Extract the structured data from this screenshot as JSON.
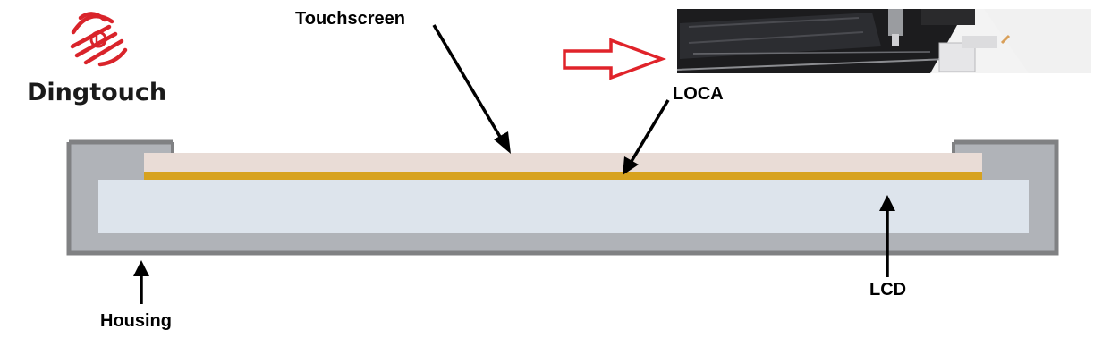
{
  "brand": {
    "name": "Dingtouch",
    "logo_color": "#d9242b"
  },
  "labels": {
    "touchscreen": "Touchscreen",
    "loca": "LOCA",
    "lcd": "LCD",
    "housing": "Housing"
  },
  "colors": {
    "housing": "#808183",
    "housing_fill": "#b0b3b8",
    "touchscreen": "#e9dcd6",
    "loca": "#d7a21f",
    "lcd": "#dde4ec",
    "arrow_outline": "#e0232a"
  },
  "icons": {
    "pointer": "red-outline-arrow-icon",
    "photo": "dispensing-machine-photo"
  }
}
